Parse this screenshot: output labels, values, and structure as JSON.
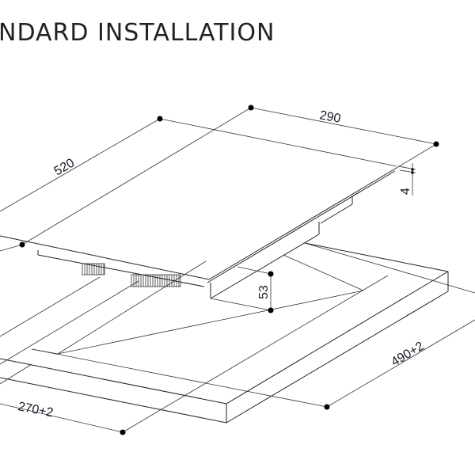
{
  "title": "NDARD INSTALLATION",
  "dimensions": {
    "hob_depth": "520",
    "hob_width": "290",
    "glass_thickness": "4",
    "hob_height": "53",
    "cutout_width": "270+2",
    "cutout_depth": "490+2"
  },
  "colors": {
    "line": "#222222",
    "text": "#1a1a2a"
  }
}
